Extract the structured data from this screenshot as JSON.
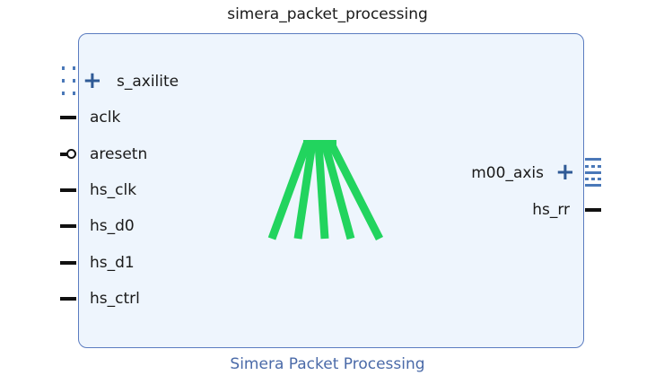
{
  "block": {
    "instance_name": "simera_packet_processing",
    "ip_name": "Simera Packet Processing",
    "logo_color": "#22d45e",
    "left_ports": [
      {
        "name": "s_axilite",
        "type": "interface"
      },
      {
        "name": "aclk",
        "type": "clock"
      },
      {
        "name": "aresetn",
        "type": "reset-active-low"
      },
      {
        "name": "hs_clk",
        "type": "wire"
      },
      {
        "name": "hs_d0",
        "type": "wire"
      },
      {
        "name": "hs_d1",
        "type": "wire"
      },
      {
        "name": "hs_ctrl",
        "type": "wire"
      }
    ],
    "right_ports": [
      {
        "name": "m00_axis",
        "type": "interface"
      },
      {
        "name": "hs_rr",
        "type": "wire"
      }
    ]
  }
}
